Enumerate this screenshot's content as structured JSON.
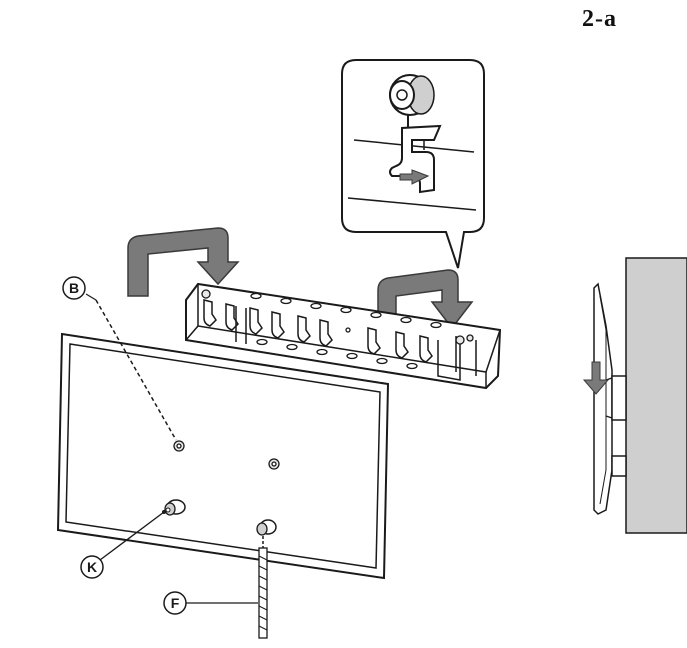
{
  "step": {
    "label": "2-a"
  },
  "callouts": {
    "b": "B",
    "k": "K",
    "f": "F"
  },
  "colors": {
    "line": "#1a1a1a",
    "arrow_fill": "#7a7a7a",
    "arrow_stroke": "#3a3a3a",
    "wall_fill": "#cfcfcf",
    "bracket_fill": "#ffffff",
    "screw_fill": "#e8e8e8"
  },
  "icons": {
    "step_marker": "step-label",
    "callout_marker": "circled-letter-icon",
    "direction_arrow": "down-arrow-icon"
  }
}
